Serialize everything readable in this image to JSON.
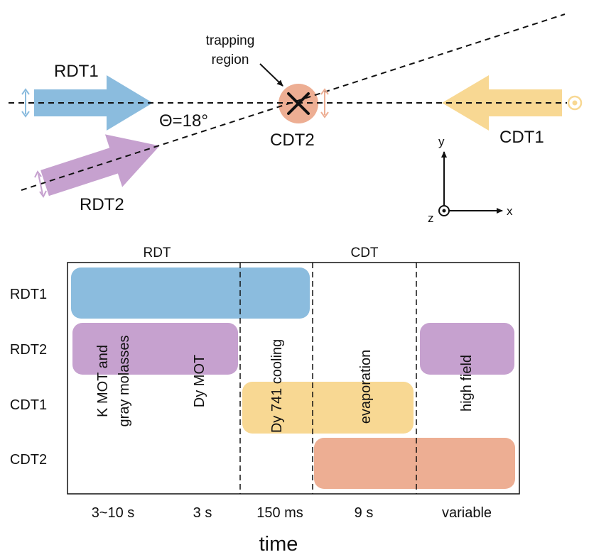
{
  "colors": {
    "rdt1": "#8bbcde",
    "rdt2": "#c6a1cf",
    "cdt1": "#f8d893",
    "cdt2": "#edae93",
    "ink": "#111111"
  },
  "geometry": {
    "beam_labels": {
      "rdt1": "RDT1",
      "rdt2": "RDT2",
      "cdt1": "CDT1",
      "cdt2": "CDT2"
    },
    "angle_label": "Θ=18°",
    "trapping_region": [
      "trapping",
      "region"
    ],
    "axes": {
      "y": "y",
      "x": "x",
      "z": "z"
    }
  },
  "timeline": {
    "section_labels": {
      "rdt": "RDT",
      "cdt": "CDT"
    },
    "row_labels": [
      "RDT1",
      "RDT2",
      "CDT1",
      "CDT2"
    ],
    "stages": [
      {
        "lines": [
          "K MOT and",
          "gray molasses"
        ],
        "duration": "3~10 s"
      },
      {
        "lines": [
          "Dy MOT"
        ],
        "duration": "3 s"
      },
      {
        "lines": [
          "Dy 741 cooling"
        ],
        "duration": "150 ms"
      },
      {
        "lines": [
          "evaporation"
        ],
        "duration": "9 s"
      },
      {
        "lines": [
          "high field"
        ],
        "duration": "variable"
      }
    ],
    "xlabel": "time"
  }
}
